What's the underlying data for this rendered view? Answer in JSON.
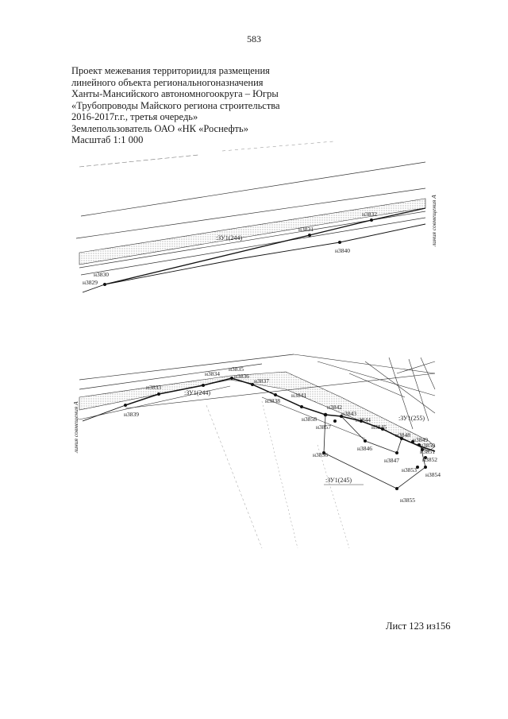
{
  "page_number": "583",
  "header": {
    "lines": [
      "Проект межевания территориидля размещения",
      "линейного объекта региональногоназначения",
      "Ханты-Мансийского автономногоокруга – Югры",
      "«Трубопроводы Майского региона строительства",
      "2016-2017г.г., третья очередь»",
      "Землепользователь ОАО «НК «Роснефть»",
      "Масштаб 1:1 000"
    ]
  },
  "plan_top": {
    "side_label": "линия совмещения А",
    "parcel_label": ":ЗУ1(244)",
    "points": [
      {
        "id": "н3829"
      },
      {
        "id": "н3830"
      },
      {
        "id": "н3831"
      },
      {
        "id": "н3832"
      },
      {
        "id": "н3840"
      }
    ]
  },
  "plan_bottom": {
    "side_label": "линия совмещения А",
    "parcel_labels": [
      ":ЗУ1(244)",
      ":ЗУ1(255)",
      ":ЗУ1(245)"
    ],
    "points": [
      {
        "id": "н3833"
      },
      {
        "id": "н3834"
      },
      {
        "id": "н3835"
      },
      {
        "id": "н3836"
      },
      {
        "id": "н3837"
      },
      {
        "id": "н3838"
      },
      {
        "id": "н3839"
      },
      {
        "id": "н3841"
      },
      {
        "id": "н3842"
      },
      {
        "id": "н3843"
      },
      {
        "id": "н3844"
      },
      {
        "id": "н3845"
      },
      {
        "id": "н3846"
      },
      {
        "id": "н3847"
      },
      {
        "id": "н3848"
      },
      {
        "id": "н3849"
      },
      {
        "id": "н3850"
      },
      {
        "id": "н3851"
      },
      {
        "id": "н3852"
      },
      {
        "id": "н3853"
      },
      {
        "id": "н3854"
      },
      {
        "id": "н3855"
      },
      {
        "id": "н3856"
      },
      {
        "id": "н3857"
      },
      {
        "id": "н3858"
      }
    ]
  },
  "sheet_label": "Лист 123 из156"
}
